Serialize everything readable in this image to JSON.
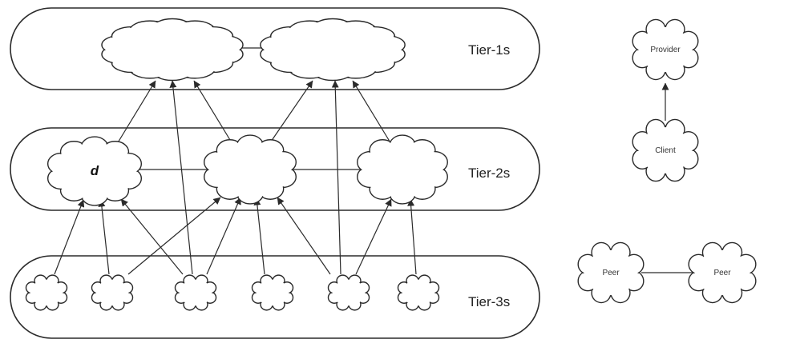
{
  "tiers": {
    "tier1": "Tier-1s",
    "tier2": "Tier-2s",
    "tier3": "Tier-3s"
  },
  "nodes": {
    "d": "d",
    "provider": "Provider",
    "client": "Client",
    "peer_left": "Peer",
    "peer_right": "Peer"
  },
  "colors": {
    "stroke": "#2a2a2a",
    "fill": "#ffffff"
  }
}
